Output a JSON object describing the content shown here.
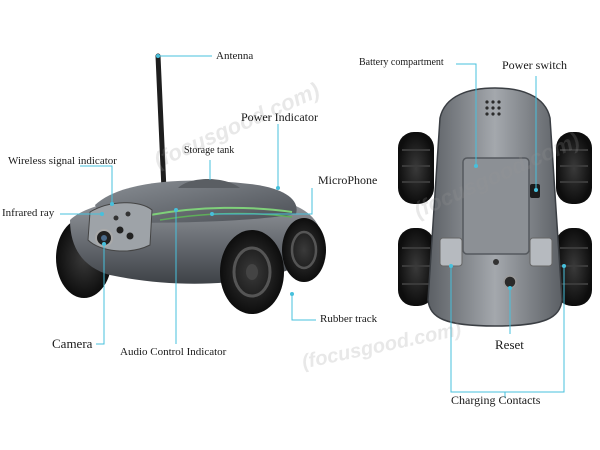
{
  "labels": {
    "antenna": "Antenna",
    "power_indicator": "Power Indicator",
    "wireless_signal_indicator": "Wireless signal indicator",
    "storage_tank": "Storage tank",
    "microphone": "MicroPhone",
    "infrared_ray": "Infrared ray",
    "camera": "Camera",
    "audio_control_indicator": "Audio Control Indicator",
    "rubber_track": "Rubber track",
    "battery_compartment": "Battery compartment",
    "power_switch": "Power switch",
    "reset": "Reset",
    "charging_contacts": "Charging Contacts"
  },
  "watermark": "(focusgood.com)",
  "colors": {
    "callout_line": "#47c0dc",
    "callout_dot": "#47c0dc",
    "body_gray": "#6d7176",
    "track_black": "#1b1b1b",
    "accent_green": "#7fd07a"
  }
}
